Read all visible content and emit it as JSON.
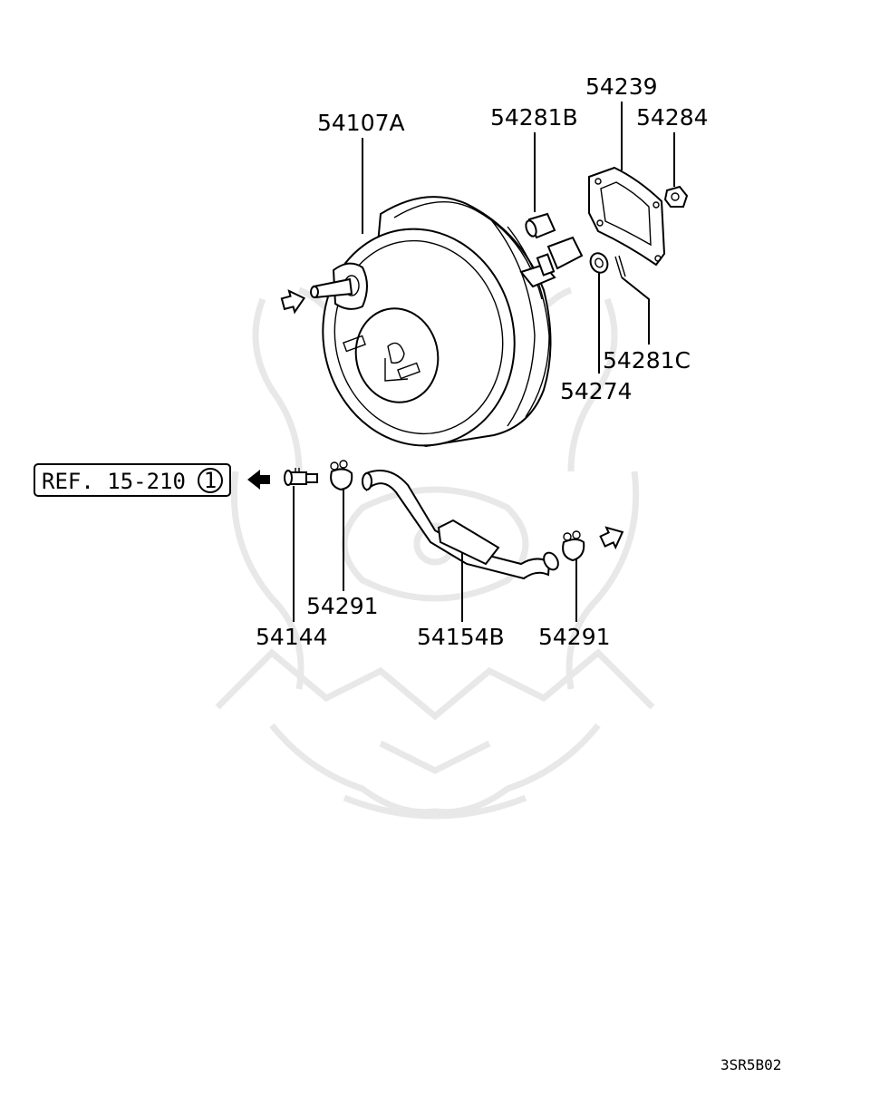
{
  "diagram": {
    "parts": {
      "booster": "54107A",
      "pin_a": "54281B",
      "gasket": "54239",
      "nut": "54284",
      "cotter_pin": "54281C",
      "washer": "54274",
      "clip_left": "54291",
      "check_valve": "54144",
      "vacuum_hose": "54154B",
      "clip_right": "54291"
    },
    "reference": {
      "text": "REF. 15-210",
      "circled": "1"
    },
    "diagram_code": "3SR5B02"
  },
  "icons": [
    "arrow-left-filled-icon",
    "flow-arrow-icon",
    "watermark-logo"
  ]
}
